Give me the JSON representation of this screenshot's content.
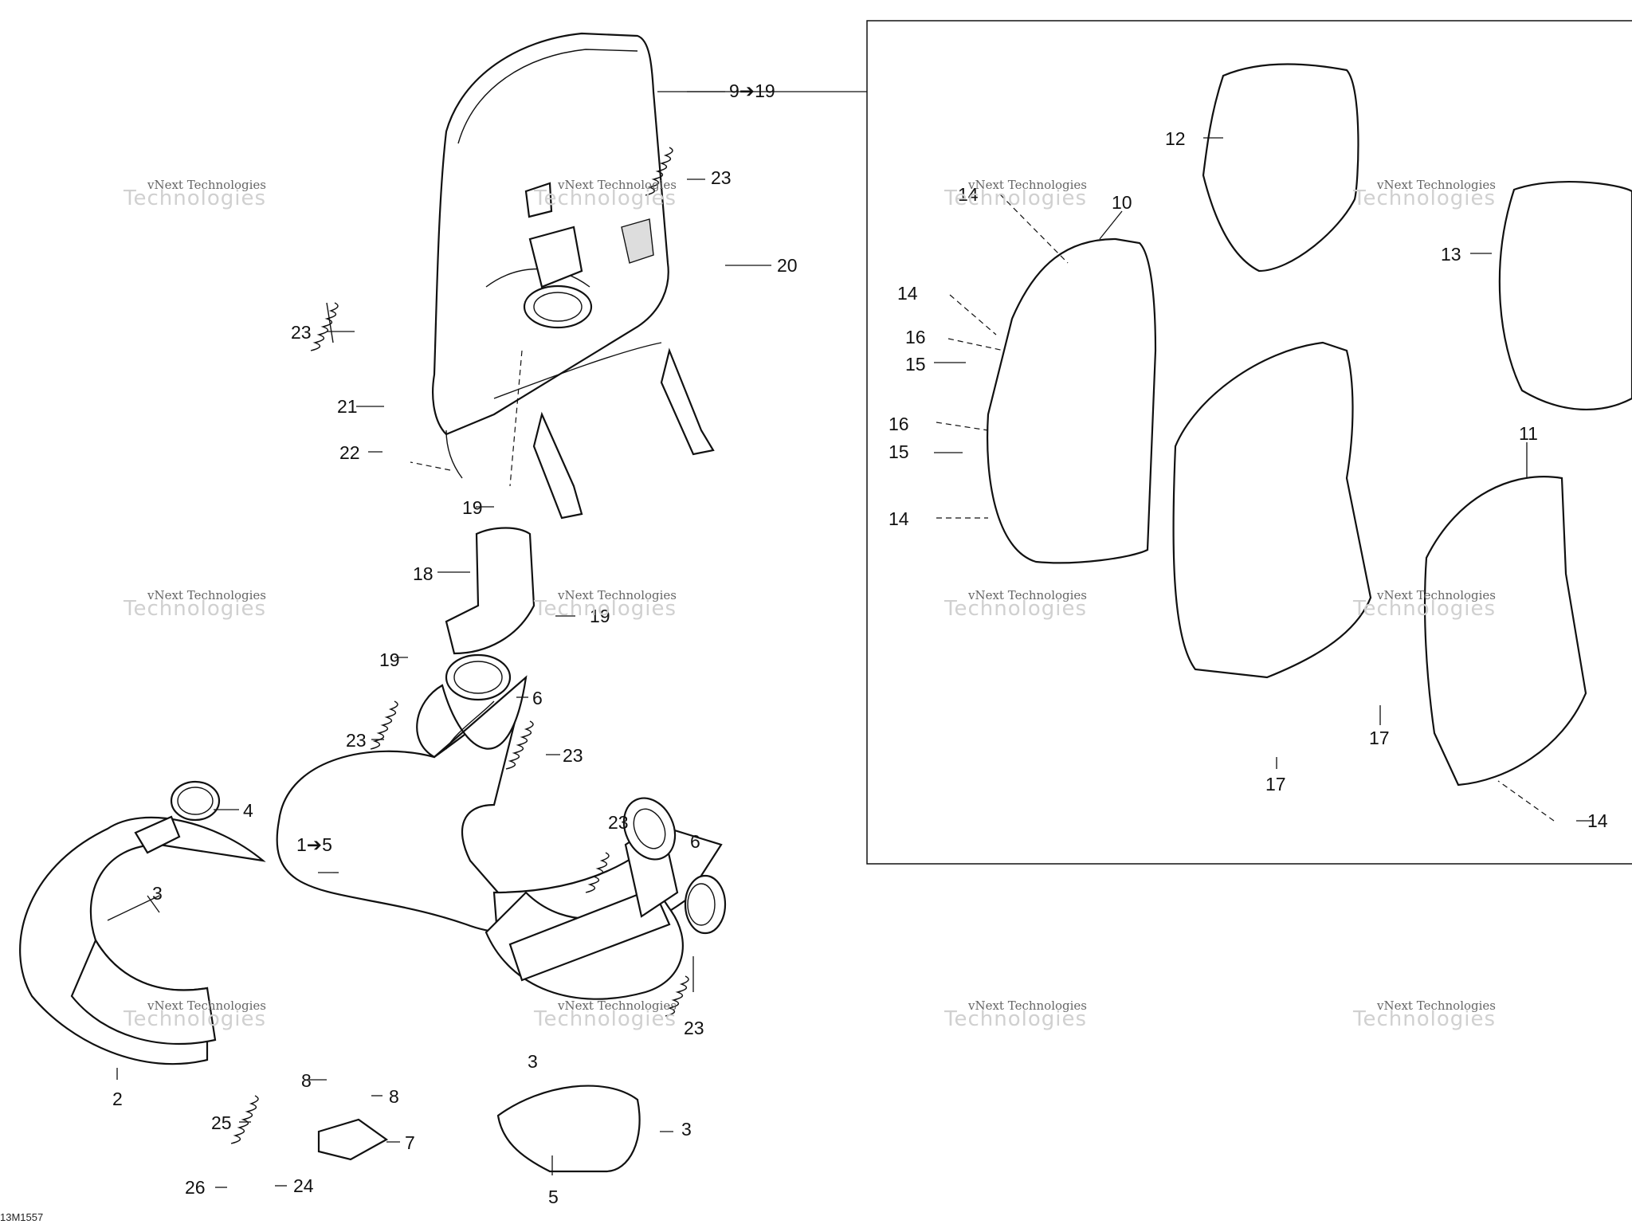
{
  "diagram_code": "13M1557",
  "watermark": {
    "line1": "vNext Technologies",
    "line2": "Technologies"
  },
  "callouts": {
    "c_9_19": "9➔19",
    "c_1_5": "1➔5",
    "c23a": "23",
    "c23b": "23",
    "c23c": "23",
    "c23d": "23",
    "c23e": "23",
    "c23f": "23",
    "c20": "20",
    "c21": "21",
    "c22": "22",
    "c19a": "19",
    "c19b": "19",
    "c19c": "19",
    "c18": "18",
    "c6a": "6",
    "c6b": "6",
    "c4": "4",
    "c3a": "3",
    "c3b": "3",
    "c3c": "3",
    "c2": "2",
    "c8a": "8",
    "c8b": "8",
    "c7": "7",
    "c5": "5",
    "c25": "25",
    "c26": "26",
    "c24": "24",
    "c12": "12",
    "c13": "13",
    "c10": "10",
    "c11": "11",
    "c14a": "14",
    "c14b": "14",
    "c14c": "14",
    "c14d": "14",
    "c16a": "16",
    "c16b": "16",
    "c15a": "15",
    "c15b": "15",
    "c17a": "17",
    "c17b": "17"
  }
}
